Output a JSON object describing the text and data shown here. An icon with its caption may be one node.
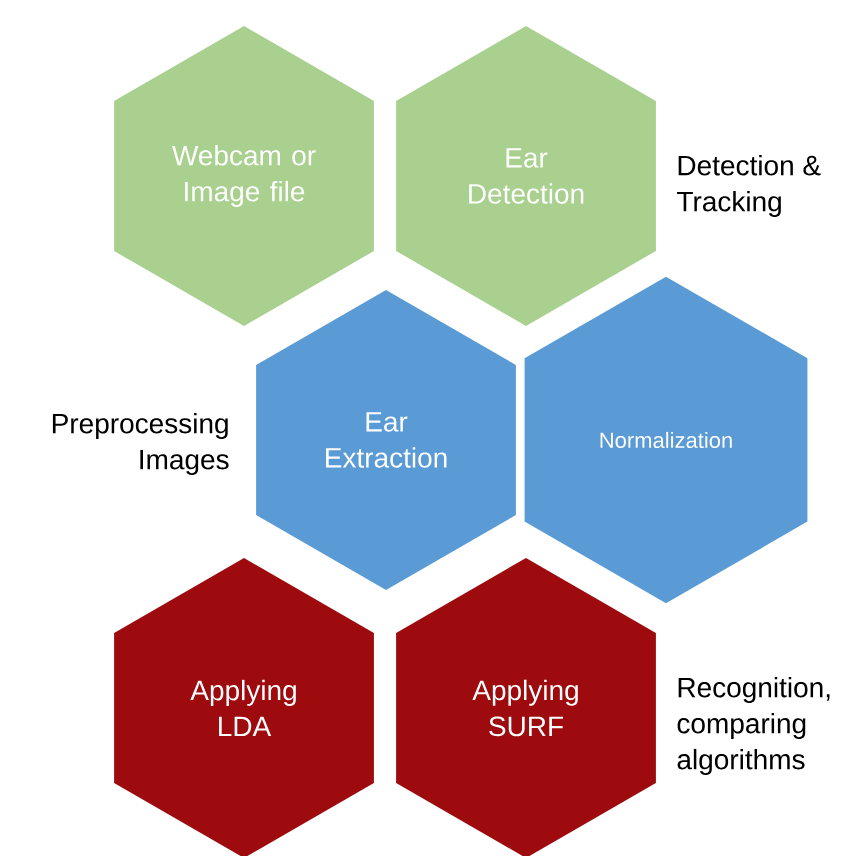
{
  "diagram": {
    "nodes": [
      {
        "text": [
          "Webcam or Image file"
        ]
      },
      {
        "text": [
          "Ear Detection"
        ]
      },
      {
        "text": [
          "Ear Extraction"
        ]
      },
      {
        "text": [
          "Normalization"
        ]
      },
      {
        "text": [
          "Applying LDA"
        ]
      },
      {
        "text": [
          "Applying SURF"
        ]
      }
    ],
    "labels": [
      "Detection & Tracking",
      "Preprocessing Images",
      "Recognition, comparing algorithms"
    ]
  }
}
